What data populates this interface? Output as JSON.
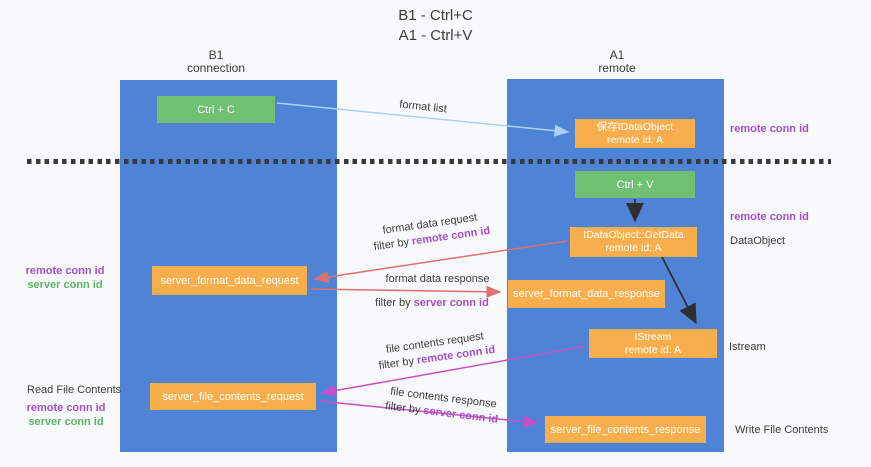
{
  "title": {
    "line1": "B1 - Ctrl+C",
    "line2": "A1 - Ctrl+V"
  },
  "lanes": {
    "b1": {
      "name": "B1",
      "role": "connection"
    },
    "a1": {
      "name": "A1",
      "role": "remote"
    }
  },
  "boxes": {
    "ctrl_c": {
      "label": "Ctrl + C"
    },
    "ctrl_v": {
      "label": "Ctrl + V"
    },
    "save_idataobject": {
      "line1": "保存IDataObject",
      "line2": "remote id: A"
    },
    "idataobject_getdata": {
      "line1": "IDataObject::GetData",
      "line2": "remote id: A"
    },
    "istream": {
      "line1": "IStream",
      "line2": "remote id: A"
    },
    "server_format_data_request": {
      "label": "server_format_data_request"
    },
    "server_format_data_response": {
      "label": "server_format_data_response"
    },
    "server_file_contents_request": {
      "label": "server_file_contents_request"
    },
    "server_file_contents_response": {
      "label": "server_file_contents_response"
    }
  },
  "labels": {
    "remote_conn_id": "remote conn id",
    "server_conn_id": "server conn id",
    "dataobject": "DataObject",
    "istream": "Istream",
    "read_file_contents": "Read File Contents",
    "write_file_contents": "Write File Contents"
  },
  "flows": {
    "format_list": "format list",
    "format_data_request": "format data request",
    "format_data_response": "format data response",
    "file_contents_request": "file contents request",
    "file_contents_response": "file contents response",
    "filter_by": "filter by"
  },
  "colors": {
    "lane_blue": "#4e83d6",
    "box_orange": "#f9ae4d",
    "box_green": "#70c074",
    "arrow_light_blue": "#a9d3f2",
    "arrow_red": "#e06e6e",
    "arrow_magenta": "#c94fc9",
    "arrow_black": "#2f2f2f",
    "label_purple": "#a44fc4",
    "label_green": "#5cb567",
    "divider_dark": "#3a3a3a"
  }
}
